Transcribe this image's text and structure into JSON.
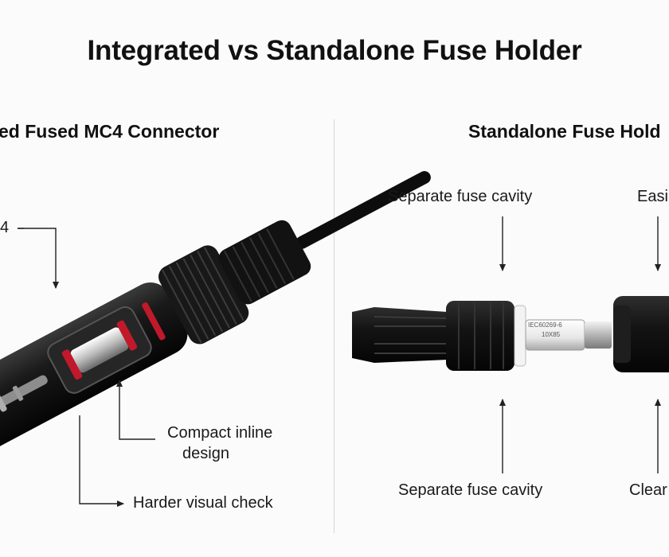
{
  "title": "Integrated vs Standalone Fuse Holder",
  "left": {
    "heading": "ed Fused MC4 Connector",
    "label_top": "4",
    "label_compact_line1": "Compact inline",
    "label_compact_line2": "design",
    "label_visual": "Harder visual check"
  },
  "right": {
    "heading": "Standalone Fuse Hold",
    "label_cavity_top": "Separate fuse cavity",
    "label_easy": "Easi",
    "label_cavity_bottom": "Separate fuse cavity",
    "label_clear": "Clear",
    "fuse_text_line1": "IEC60269-6",
    "fuse_text_line2": "10X85"
  },
  "colors": {
    "connector_body": "#141414",
    "seal_ring": "#c0192b",
    "arrow": "#222222",
    "divider": "#d4d4d4"
  }
}
